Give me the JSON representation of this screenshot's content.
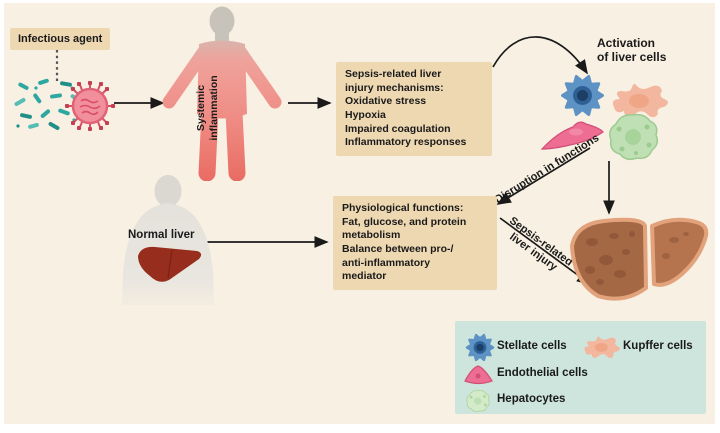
{
  "labels": {
    "infectious_agent": "Infectious agent",
    "systemic_line1": "Systemic",
    "systemic_line2": "inflammation",
    "activation_line1": "Activation",
    "activation_line2": "of liver cells",
    "normal_liver": "Normal liver",
    "disruption": "Disruption in functions",
    "sepsis_injury_line1": "Sepsis-related",
    "sepsis_injury_line2": "liver injury"
  },
  "sepsis_box": {
    "lines": [
      "Sepsis-related liver",
      "injury mechanisms:",
      "Oxidative stress",
      "Hypoxia",
      "Impaired coagulation",
      "Inflammatory responses"
    ]
  },
  "physio_box": {
    "lines": [
      "Physiological functions:",
      "Fat, glucose, and protein",
      "metabolism",
      "Balance between pro-/",
      "anti-inflammatory",
      "mediator"
    ]
  },
  "legend": {
    "items": [
      {
        "icon": "stellate-cell-icon",
        "label": "Stellate cells"
      },
      {
        "icon": "kupffer-cell-icon",
        "label": "Kupffer cells"
      },
      {
        "icon": "endothelial-cell-icon",
        "label": "Endothelial cells"
      },
      {
        "icon": "hepatocyte-icon",
        "label": "Hepatocytes"
      }
    ]
  },
  "colors": {
    "background": "#f8f0e2",
    "text_box_bg": "#eed8b2",
    "legend_bg": "#cde5dc",
    "arrow": "#1a1a1a",
    "bacteria_teal": "#2da7a0",
    "virus_pink": "#f28f9d",
    "body_pink": "#ee8078",
    "normal_liver_red": "#962d1d",
    "injured_liver_brown": "#a56845",
    "stellate_blue": "#5d92c4",
    "kupffer_salmon": "#f2b79e",
    "endothelial_pink": "#ee6d92",
    "hepatocyte_green": "#bfe0b4"
  }
}
